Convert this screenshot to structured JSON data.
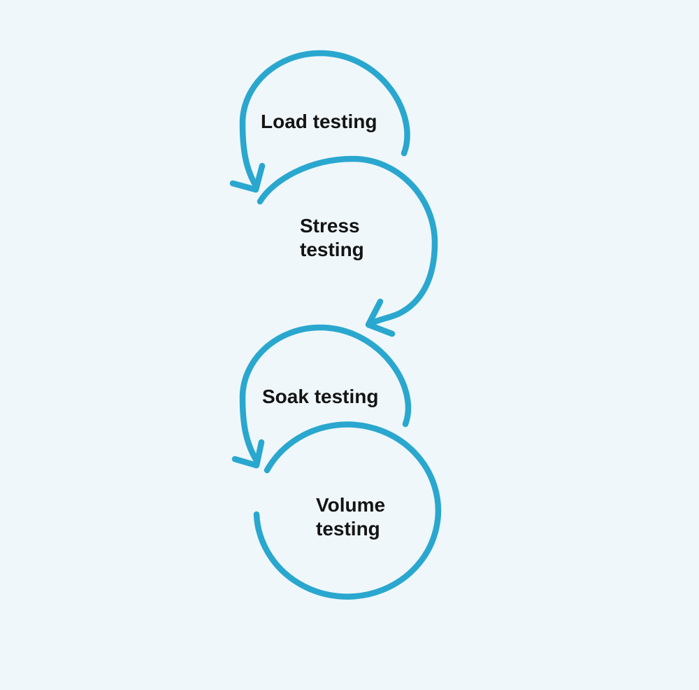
{
  "diagram": {
    "type": "flow-loops",
    "colors": {
      "background": "#EFF7FA",
      "loop_stroke": "#2AA7CF",
      "label_text": "#141414"
    },
    "nodes": [
      {
        "name": "load-testing",
        "label": "Load testing",
        "lines": [
          "Load testing"
        ]
      },
      {
        "name": "stress-testing",
        "label": "Stress testing",
        "lines": [
          "Stress",
          "testing"
        ]
      },
      {
        "name": "soak-testing",
        "label": "Soak testing",
        "lines": [
          "Soak testing"
        ]
      },
      {
        "name": "volume-testing",
        "label": "Volume testing",
        "lines": [
          "Volume",
          "testing"
        ]
      }
    ],
    "arrows": [
      {
        "from": "load-testing",
        "to": "stress-testing"
      },
      {
        "from": "stress-testing",
        "to": "soak-testing"
      },
      {
        "from": "soak-testing",
        "to": "volume-testing"
      }
    ]
  }
}
